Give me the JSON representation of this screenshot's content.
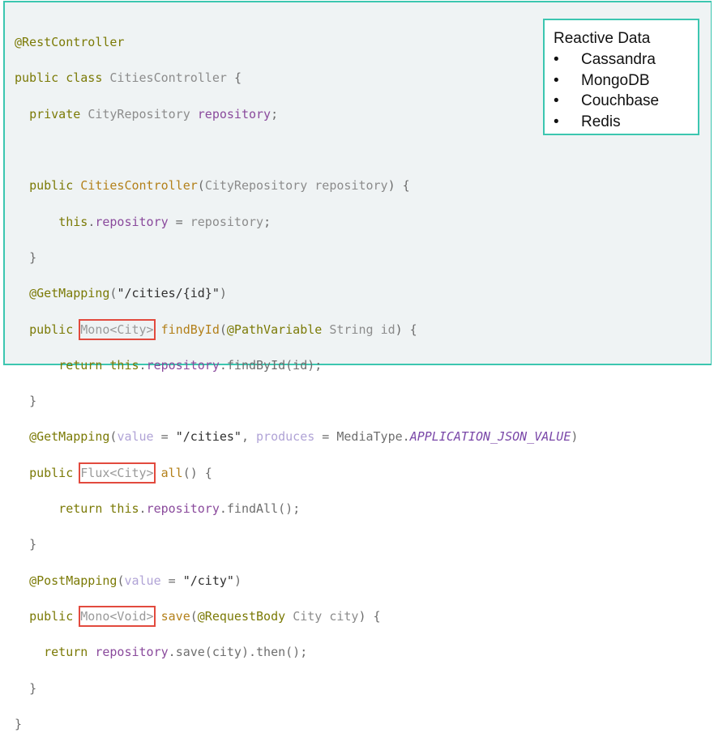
{
  "legend": {
    "title": "Reactive Data",
    "bullet": "•",
    "items": [
      "Cassandra",
      "MongoDB",
      "Couchbase",
      "Redis"
    ]
  },
  "code": {
    "l1": {
      "ann": "@RestController"
    },
    "l2": {
      "kw1": "public",
      "kw2": "class",
      "name": "CitiesController",
      "brace": "{"
    },
    "l3": {
      "kw": "private",
      "type": "CityRepository",
      "field": "repository",
      "semi": ";"
    },
    "l4": {
      "kw": "public",
      "ctor": "CitiesController",
      "paren_open": "(",
      "ptype": "CityRepository",
      "pname": "repository",
      "tail": ") {"
    },
    "l5": {
      "kw": "this",
      "dot": ".",
      "field": "repository",
      "eq": " = ",
      "rhs": "repository",
      "semi": ";"
    },
    "l6": {
      "close": "}"
    },
    "l7": {
      "ann": "@GetMapping",
      "open": "(",
      "str": "\"/cities/{id}\"",
      "close": ")"
    },
    "l8": {
      "kw": "public",
      "callout": "Mono<City>",
      "method": "findById",
      "open": "(",
      "pann": "@PathVariable",
      "ptype": "String",
      "pname": "id",
      "tail": ") {"
    },
    "l9": {
      "kw1": "return",
      "kw2": "this",
      "dot1": ".",
      "field": "repository",
      "dot2": ".",
      "call": "findById(id)",
      "semi": ";"
    },
    "l10": {
      "close": "}"
    },
    "l11": {
      "ann": "@GetMapping",
      "open": "(",
      "attr1": "value",
      "eq1": " = ",
      "str": "\"/cities\"",
      "comma": ", ",
      "attr2": "produces",
      "eq2": " = ",
      "cls": "MediaType",
      "dot": ".",
      "const": "APPLICATION_JSON_VALUE",
      "close": ")"
    },
    "l12": {
      "kw": "public",
      "callout": "Flux<City>",
      "method": "all",
      "tail": "() {"
    },
    "l13": {
      "kw1": "return",
      "kw2": "this",
      "dot1": ".",
      "field": "repository",
      "dot2": ".",
      "call": "findAll()",
      "semi": ";"
    },
    "l14": {
      "close": "}"
    },
    "l15": {
      "ann": "@PostMapping",
      "open": "(",
      "attr": "value",
      "eq": " = ",
      "str": "\"/city\"",
      "close": ")"
    },
    "l16": {
      "kw": "public",
      "callout": "Mono<Void>",
      "method": "save",
      "open": "(",
      "pann": "@RequestBody",
      "ptype": "City",
      "pname": "city",
      "tail": ") {"
    },
    "l17": {
      "kw": "return",
      "field": "repository",
      "dot": ".",
      "call": "save(city).then()",
      "semi": ";"
    },
    "l18": {
      "close": "}"
    },
    "l19": {
      "close": "}"
    }
  },
  "colors": {
    "frame_border": "#3cc6b0",
    "callout_border": "#e24a3e",
    "code_background": "#eff3f4"
  }
}
